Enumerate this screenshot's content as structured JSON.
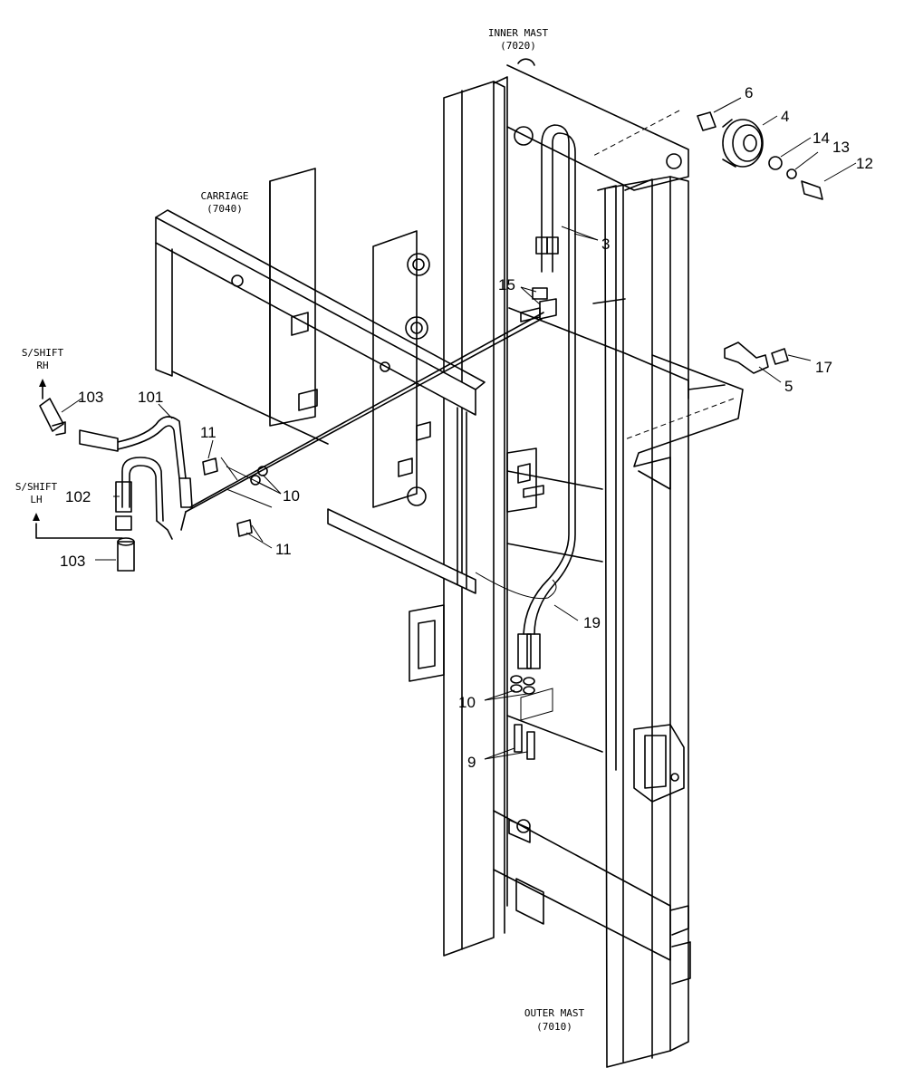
{
  "labels": {
    "inner_mast": "INNER MAST",
    "inner_mast_code": "(7020)",
    "carriage": "CARRIAGE",
    "carriage_code": "(7040)",
    "outer_mast": "OUTER MAST",
    "outer_mast_code": "(7010)",
    "sshift_rh_1": "S/SHIFT",
    "sshift_rh_2": "RH",
    "sshift_lh_1": "S/SHIFT",
    "sshift_lh_2": "LH"
  },
  "callouts": {
    "c3": "3",
    "c4": "4",
    "c5": "5",
    "c6": "6",
    "c9": "9",
    "c10a": "10",
    "c10b": "10",
    "c11a": "11",
    "c11b": "11",
    "c12": "12",
    "c13": "13",
    "c14": "14",
    "c15": "15",
    "c17": "17",
    "c19": "19",
    "c101": "101",
    "c102": "102",
    "c103a": "103",
    "c103b": "103"
  }
}
